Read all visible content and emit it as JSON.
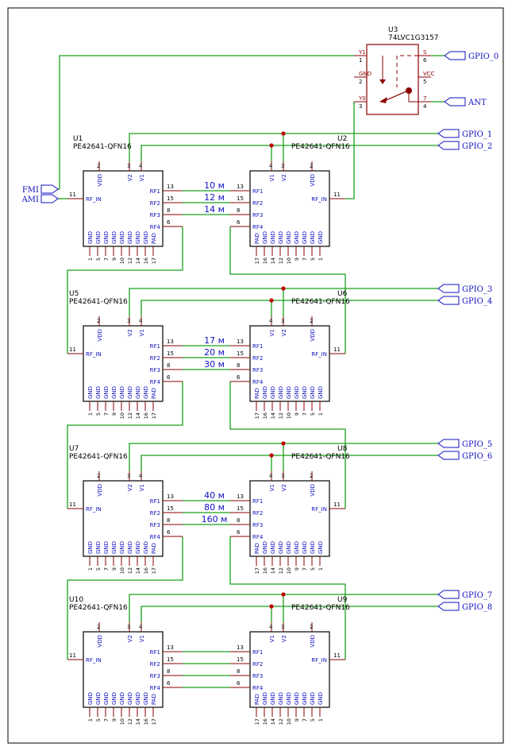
{
  "mux": {
    "ref": "U3",
    "part": "74LVC1G3157",
    "pins": [
      {
        "name": "Y1",
        "num": "1"
      },
      {
        "name": "GND",
        "num": "2"
      },
      {
        "name": "Y0",
        "num": "3"
      },
      {
        "name": "S",
        "num": "6"
      },
      {
        "name": "VCC",
        "num": "5"
      },
      {
        "name": "7",
        "num": "4"
      }
    ]
  },
  "switch_part": "PE42641-QFN16",
  "pin_names": {
    "rf_in": "RF_IN",
    "rf1": "RF1",
    "rf2": "RF2",
    "rf3": "RF3",
    "rf4": "RF4",
    "vdd": "VDD",
    "v1": "V1",
    "v2": "V2",
    "gnd": "GND",
    "pad": "PAD"
  },
  "pin_numbers": {
    "rf_in": "11",
    "rf1": "13",
    "rf2": "15",
    "rf3": "8",
    "rf4": "6",
    "vdd": "2",
    "v1": "4",
    "v2": "3",
    "bottom_left": [
      "1",
      "5",
      "7",
      "9",
      "10",
      "12",
      "14",
      "16",
      "17"
    ],
    "bottom_right": [
      "17",
      "16",
      "14",
      "12",
      "10",
      "9",
      "7",
      "5",
      "1"
    ]
  },
  "stages": [
    {
      "left": "U1",
      "right": "U2",
      "filters": [
        "10 м",
        "12 м",
        "14 м"
      ],
      "gpio": [
        "GPIO_1",
        "GPIO_2"
      ]
    },
    {
      "left": "U5",
      "right": "U6",
      "filters": [
        "17 м",
        "20 м",
        "30 м"
      ],
      "gpio": [
        "GPIO_3",
        "GPIO_4"
      ]
    },
    {
      "left": "U7",
      "right": "U8",
      "filters": [
        "40 м",
        "80 м",
        "160 м"
      ],
      "gpio": [
        "GPIO_5",
        "GPIO_6"
      ]
    },
    {
      "left": "U10",
      "right": "U9",
      "filters": [],
      "gpio": [
        "GPIO_7",
        "GPIO_8"
      ]
    }
  ],
  "ports": {
    "gpio0": "GPIO_0",
    "ant": "ANT",
    "fmi": "FMI",
    "ami": "AMI"
  },
  "colors": {
    "wire": "#1aa01a",
    "component": "#8b0000",
    "label": "#1010c0",
    "junction": "#c00000"
  }
}
